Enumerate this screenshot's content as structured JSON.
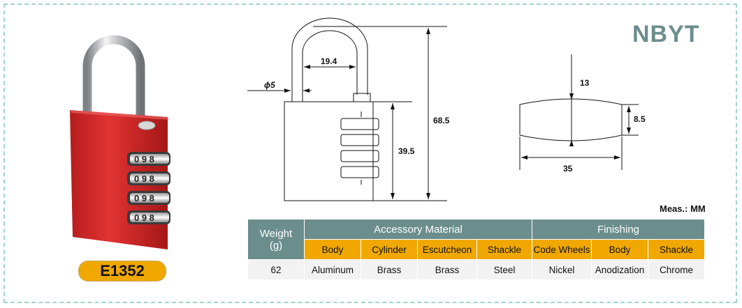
{
  "brand": "NBYT",
  "model": "E1352",
  "lock": {
    "body_color": "#d62a2a",
    "dial_digits": [
      "0",
      "9",
      "8"
    ]
  },
  "dimensions": {
    "shackle_inner_width": "19.4",
    "shackle_diameter": "ϕ5",
    "overall_height": "68.5",
    "body_height": "39.5",
    "depth_top": "13",
    "side_height": "8.5",
    "width": "35"
  },
  "units_note": "Meas.: MM",
  "spec_table": {
    "weight_header": "Weight",
    "weight_unit": "(g)",
    "accessory_header": "Accessory Material",
    "finishing_header": "Finishing",
    "accessory_columns": [
      "Body",
      "Cylinder",
      "Escutcheon",
      "Shackle"
    ],
    "finishing_columns": [
      "Code Wheels",
      "Body",
      "Shackle"
    ],
    "weight_value": "62",
    "accessory_values": [
      "Aluminum",
      "Brass",
      "Brass",
      "Steel"
    ],
    "finishing_values": [
      "Nickel",
      "Anodization",
      "Chrome"
    ]
  },
  "colors": {
    "header_teal": "#6b8e8d",
    "sub_orange": "#f0a800",
    "frame": "#9fd3cf"
  }
}
